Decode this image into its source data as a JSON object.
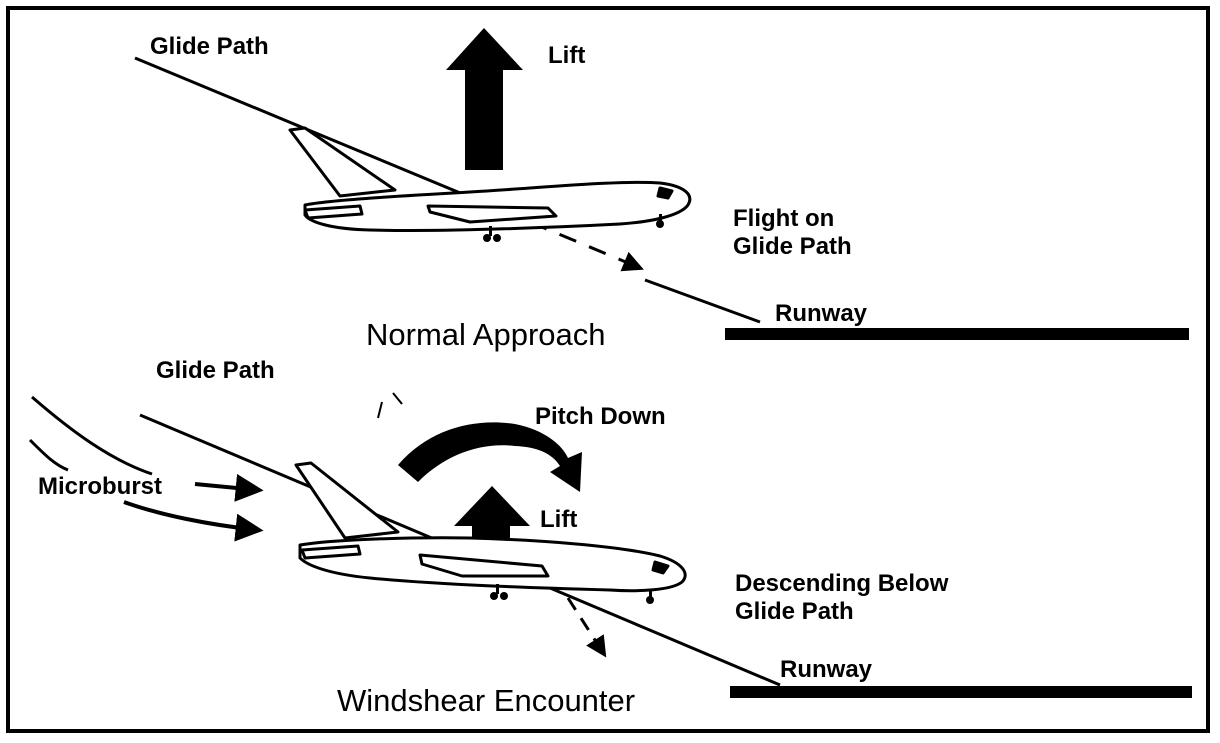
{
  "normal": {
    "glide_path_label": "Glide Path",
    "lift_label": "Lift",
    "flight_label_line1": "Flight on",
    "flight_label_line2": "Glide Path",
    "runway_label": "Runway",
    "title": "Normal Approach"
  },
  "windshear": {
    "glide_path_label": "Glide Path",
    "pitch_label": "Pitch Down",
    "lift_label": "Lift",
    "microburst_label": "Microburst",
    "desc_label_line1": "Descending Below",
    "desc_label_line2": "Glide Path",
    "runway_label": "Runway",
    "title": "Windshear Encounter"
  },
  "colors": {
    "ink": "#000000",
    "paper": "#ffffff"
  }
}
